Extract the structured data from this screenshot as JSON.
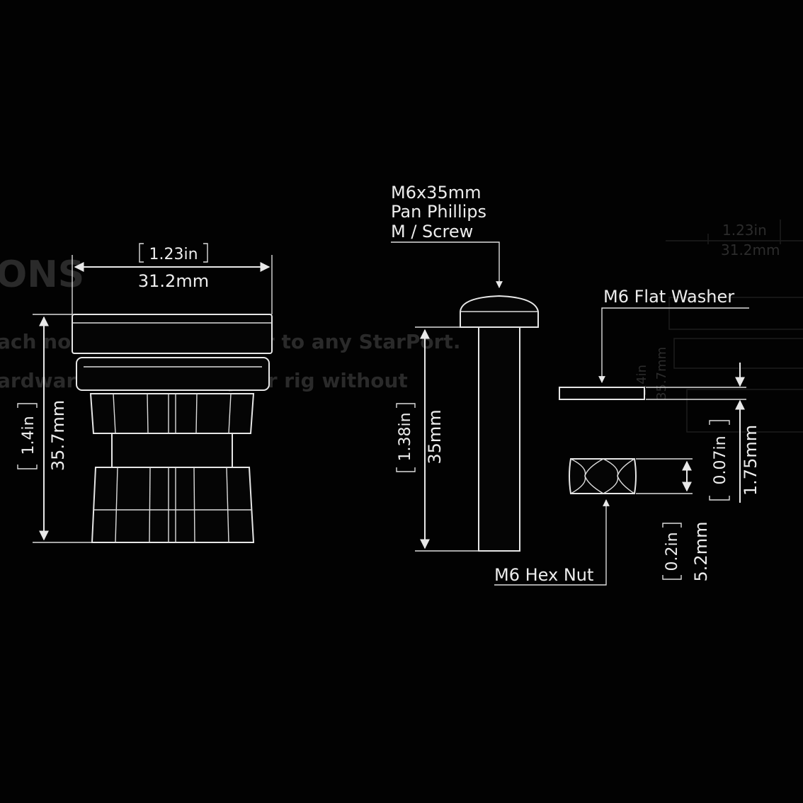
{
  "background_text": {
    "heading": "ONS",
    "line1": "ach non-RAILBLAZA gear to any StarPort.",
    "line2": "ardware. Customize your rig without"
  },
  "faint_copy": {
    "width_in": "1.23in",
    "width_mm": "31.2mm",
    "height_in": "1.4in",
    "height_mm": "35.7mm"
  },
  "starport": {
    "width_in": "1.23in",
    "width_mm": "31.2mm",
    "height_in": "1.4in",
    "height_mm": "35.7mm"
  },
  "screw": {
    "label_line1": "M6x35mm",
    "label_line2": "Pan Phillips",
    "label_line3": "M / Screw",
    "length_in": "1.38in",
    "length_mm": "35mm"
  },
  "washer": {
    "label": "M6 Flat Washer",
    "thickness_in": "0.07in",
    "thickness_mm": "1.75mm"
  },
  "nut": {
    "label": "M6 Hex Nut",
    "height_in": "0.2in",
    "height_mm": "5.2mm"
  }
}
